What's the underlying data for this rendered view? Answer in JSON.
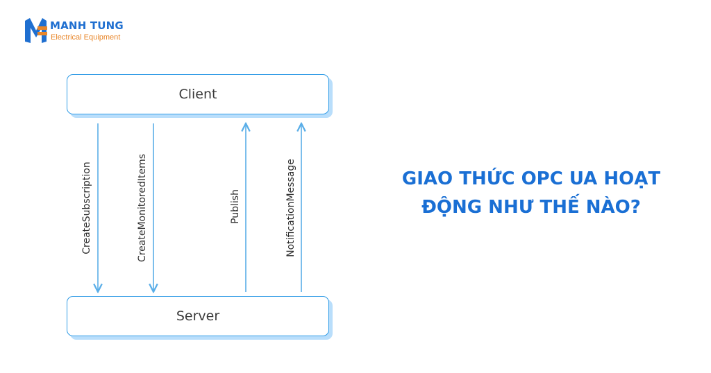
{
  "brand": {
    "name": "MANH TUNG",
    "tagline": "Electrical Equipment",
    "colors": {
      "primary": "#1f6fd0",
      "accent": "#e8862a"
    }
  },
  "diagram": {
    "client_label": "Client",
    "server_label": "Server",
    "arrows": [
      {
        "label": "CreateSubscription",
        "direction": "client-to-server"
      },
      {
        "label": "CreateMonitoredItems",
        "direction": "client-to-server"
      },
      {
        "label": "Publish",
        "direction": "server-to-client"
      },
      {
        "label": "NotificationMessage",
        "direction": "server-to-client"
      }
    ],
    "colors": {
      "border": "#2f9be6",
      "shadow": "#b9defb",
      "arrow": "#5aaee8"
    }
  },
  "headline": {
    "line1": "GIAO THỨC OPC UA HOẠT",
    "line2": "ĐỘNG NHƯ THẾ NÀO?",
    "color": "#1a6fd4"
  }
}
